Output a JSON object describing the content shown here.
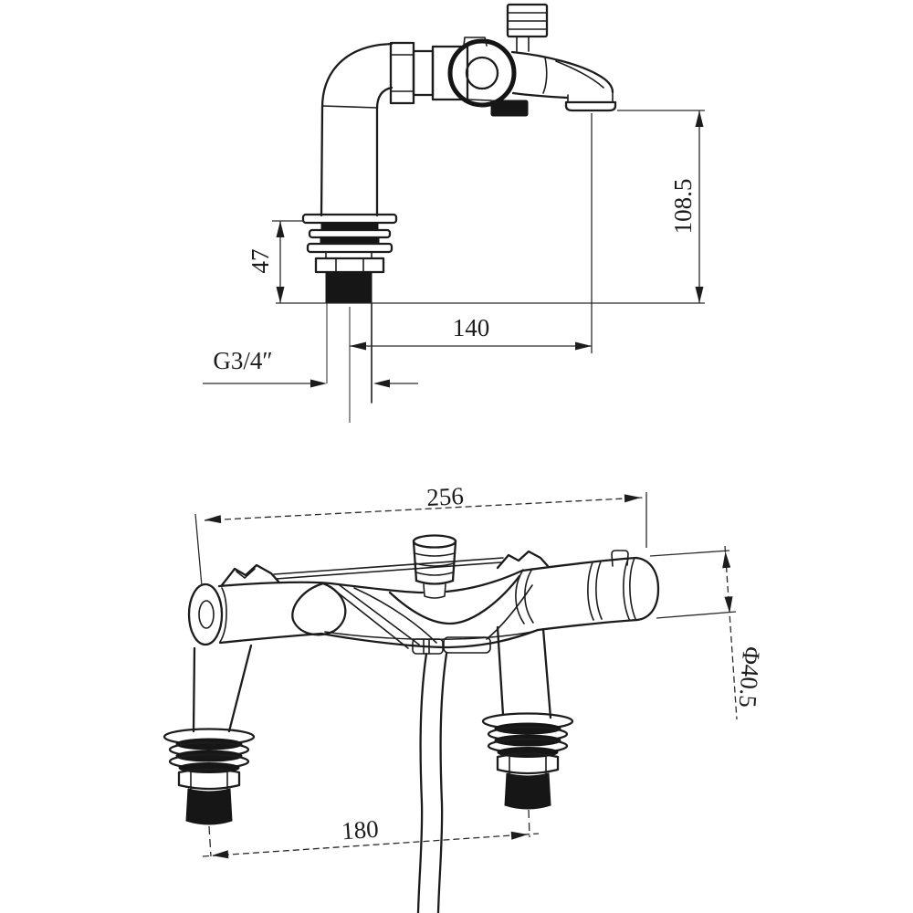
{
  "drawing": {
    "background_color": "#ffffff",
    "line_color": "#1c1c1c",
    "views": {
      "side": {
        "dims": {
          "deck_thickness": "47",
          "spout_height": "108.5",
          "spout_reach": "140",
          "inlet_thread": "G3/4″"
        }
      },
      "front": {
        "dims": {
          "overall_width": "256",
          "tap_centres": "180",
          "body_diameter": "Φ40.5"
        }
      }
    }
  }
}
